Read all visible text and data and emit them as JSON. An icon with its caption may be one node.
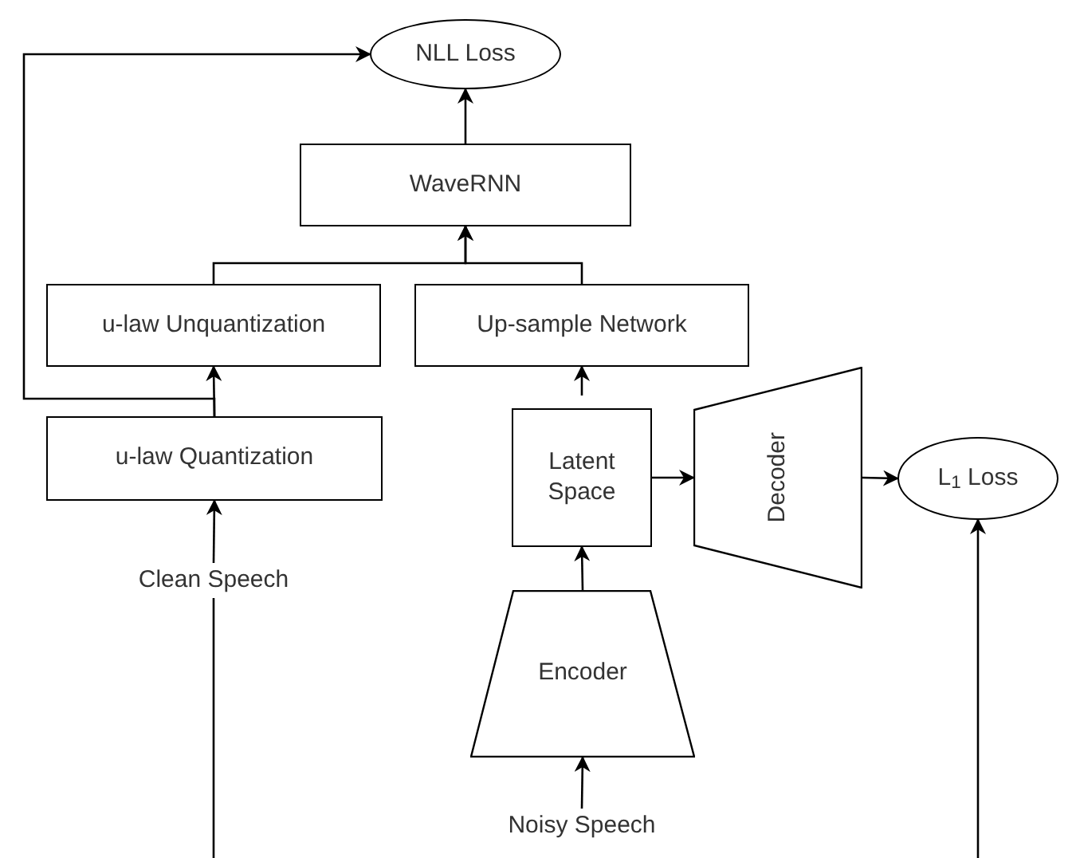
{
  "diagram": {
    "nodes": [
      {
        "text": [
          "NLL Loss"
        ]
      },
      {
        "text": [
          "WaveRNN"
        ]
      },
      {
        "text": [
          "u-law Unquantization"
        ]
      },
      {
        "text": [
          "Up-sample Network"
        ]
      },
      {
        "text": [
          "u-law Quantization"
        ]
      },
      {
        "text": [
          "Latent Space"
        ]
      },
      {
        "text": [
          "Decoder"
        ]
      },
      {
        "text": [
          "L$_{1}$ Loss"
        ]
      },
      {
        "text": [
          "Clean Speech"
        ]
      },
      {
        "text": [
          "Encoder"
        ]
      },
      {
        "text": [
          "Noisy Speech"
        ]
      }
    ],
    "edges": [
      {
        "from": 1,
        "to": 0,
        "arrow": "to"
      },
      {
        "from": 2,
        "to": 1,
        "arrow": "to"
      },
      {
        "from": 3,
        "to": 1,
        "arrow": "to"
      },
      {
        "from": 4,
        "to": 2,
        "arrow": "to"
      },
      {
        "from": 4,
        "to": 0,
        "arrow": "to"
      },
      {
        "from": 8,
        "to": 4,
        "arrow": "to"
      },
      {
        "from": 8,
        "to": 7,
        "arrow": "to"
      },
      {
        "from": 5,
        "to": 3,
        "arrow": "to"
      },
      {
        "from": 5,
        "to": 6,
        "arrow": "to"
      },
      {
        "from": 6,
        "to": 7,
        "arrow": "to"
      },
      {
        "from": 9,
        "to": 5,
        "arrow": "to"
      },
      {
        "from": 10,
        "to": 9,
        "arrow": "to"
      }
    ]
  }
}
